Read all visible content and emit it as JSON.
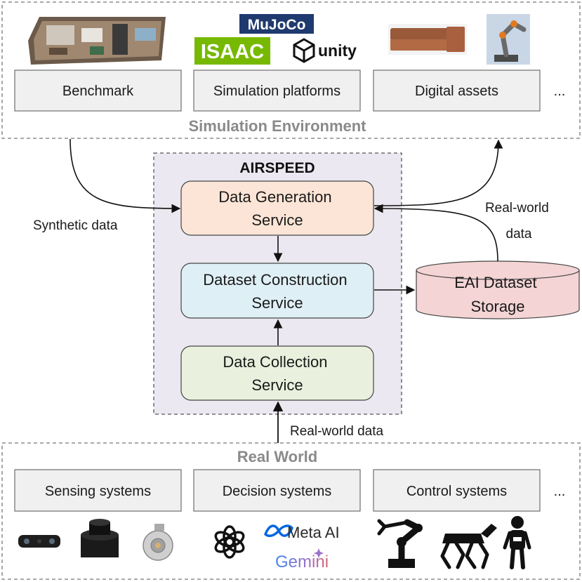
{
  "simulation_environment": {
    "title": "Simulation Environment",
    "boxes": [
      "Benchmark",
      "Simulation platforms",
      "Digital assets"
    ],
    "ellipsis": "...",
    "logos": {
      "mujoco": "MuJoCo",
      "isaac": "ISAAC",
      "unity": "unity"
    }
  },
  "airspeed": {
    "title": "AIRSPEED",
    "data_generation": [
      "Data Generation",
      "Service"
    ],
    "dataset_construction": [
      "Dataset Construction",
      "Service"
    ],
    "data_collection": [
      "Data Collection",
      "Service"
    ]
  },
  "storage": {
    "lines": [
      "EAI Dataset",
      "Storage"
    ]
  },
  "edges": {
    "synthetic_data": "Synthetic data",
    "real_world_data_top": [
      "Real-world",
      "data"
    ],
    "real_world_data_bottom": "Real-world data"
  },
  "real_world": {
    "title": "Real World",
    "boxes": [
      "Sensing systems",
      "Decision systems",
      "Control systems"
    ],
    "ellipsis": "...",
    "logos": {
      "meta_ai": "Meta AI",
      "gemini": "Gemini"
    }
  },
  "colors": {
    "generation": "#fce5d6",
    "construction": "#dfeff6",
    "collection": "#e9f1de",
    "storage": "#f4d4d4",
    "airspeed_bg": "#ece8f1",
    "gray_box": "#f0f0f0",
    "isaac_green": "#76b900",
    "mujoco_navy": "#1f3a6e",
    "meta_blue": "#0668e1"
  }
}
